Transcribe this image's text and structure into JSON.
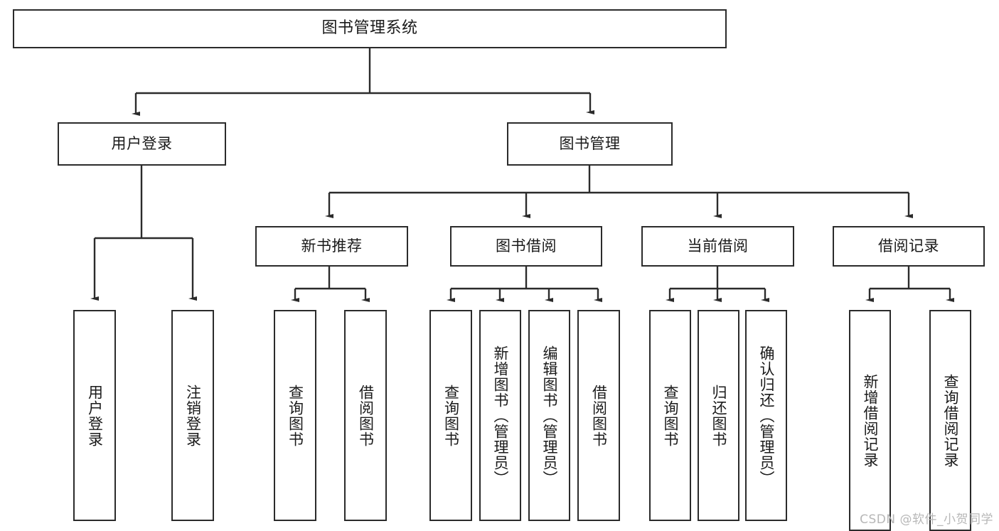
{
  "diagram": {
    "title": "图书管理系统",
    "type": "tree",
    "root": {
      "label": "图书管理系统"
    },
    "level2": [
      {
        "label": "用户登录"
      },
      {
        "label": "图书管理"
      }
    ],
    "level3": [
      {
        "label": "新书推荐"
      },
      {
        "label": "图书借阅"
      },
      {
        "label": "当前借阅"
      },
      {
        "label": "借阅记录"
      }
    ],
    "leaves": {
      "user_login": [
        {
          "label": "用户登录"
        },
        {
          "label": "注销登录"
        }
      ],
      "new_book_recommend": [
        {
          "label": "查询图书"
        },
        {
          "label": "借阅图书"
        }
      ],
      "book_borrow": [
        {
          "label": "查询图书"
        },
        {
          "label": "新增图书（管理员）"
        },
        {
          "label": "编辑图书（管理员）"
        },
        {
          "label": "借阅图书"
        }
      ],
      "current_borrow": [
        {
          "label": "查询图书"
        },
        {
          "label": "归还图书"
        },
        {
          "label": "确认归还（管理员）"
        }
      ],
      "borrow_record": [
        {
          "label": "新增借阅记录"
        },
        {
          "label": "查询借阅记录"
        }
      ]
    }
  },
  "watermark": {
    "text": "CSDN @软件_小贺同学"
  },
  "colors": {
    "stroke": "#2b2b2b",
    "background": "#ffffff",
    "text": "#1a1a1a",
    "watermark": "#b7b7b7"
  }
}
